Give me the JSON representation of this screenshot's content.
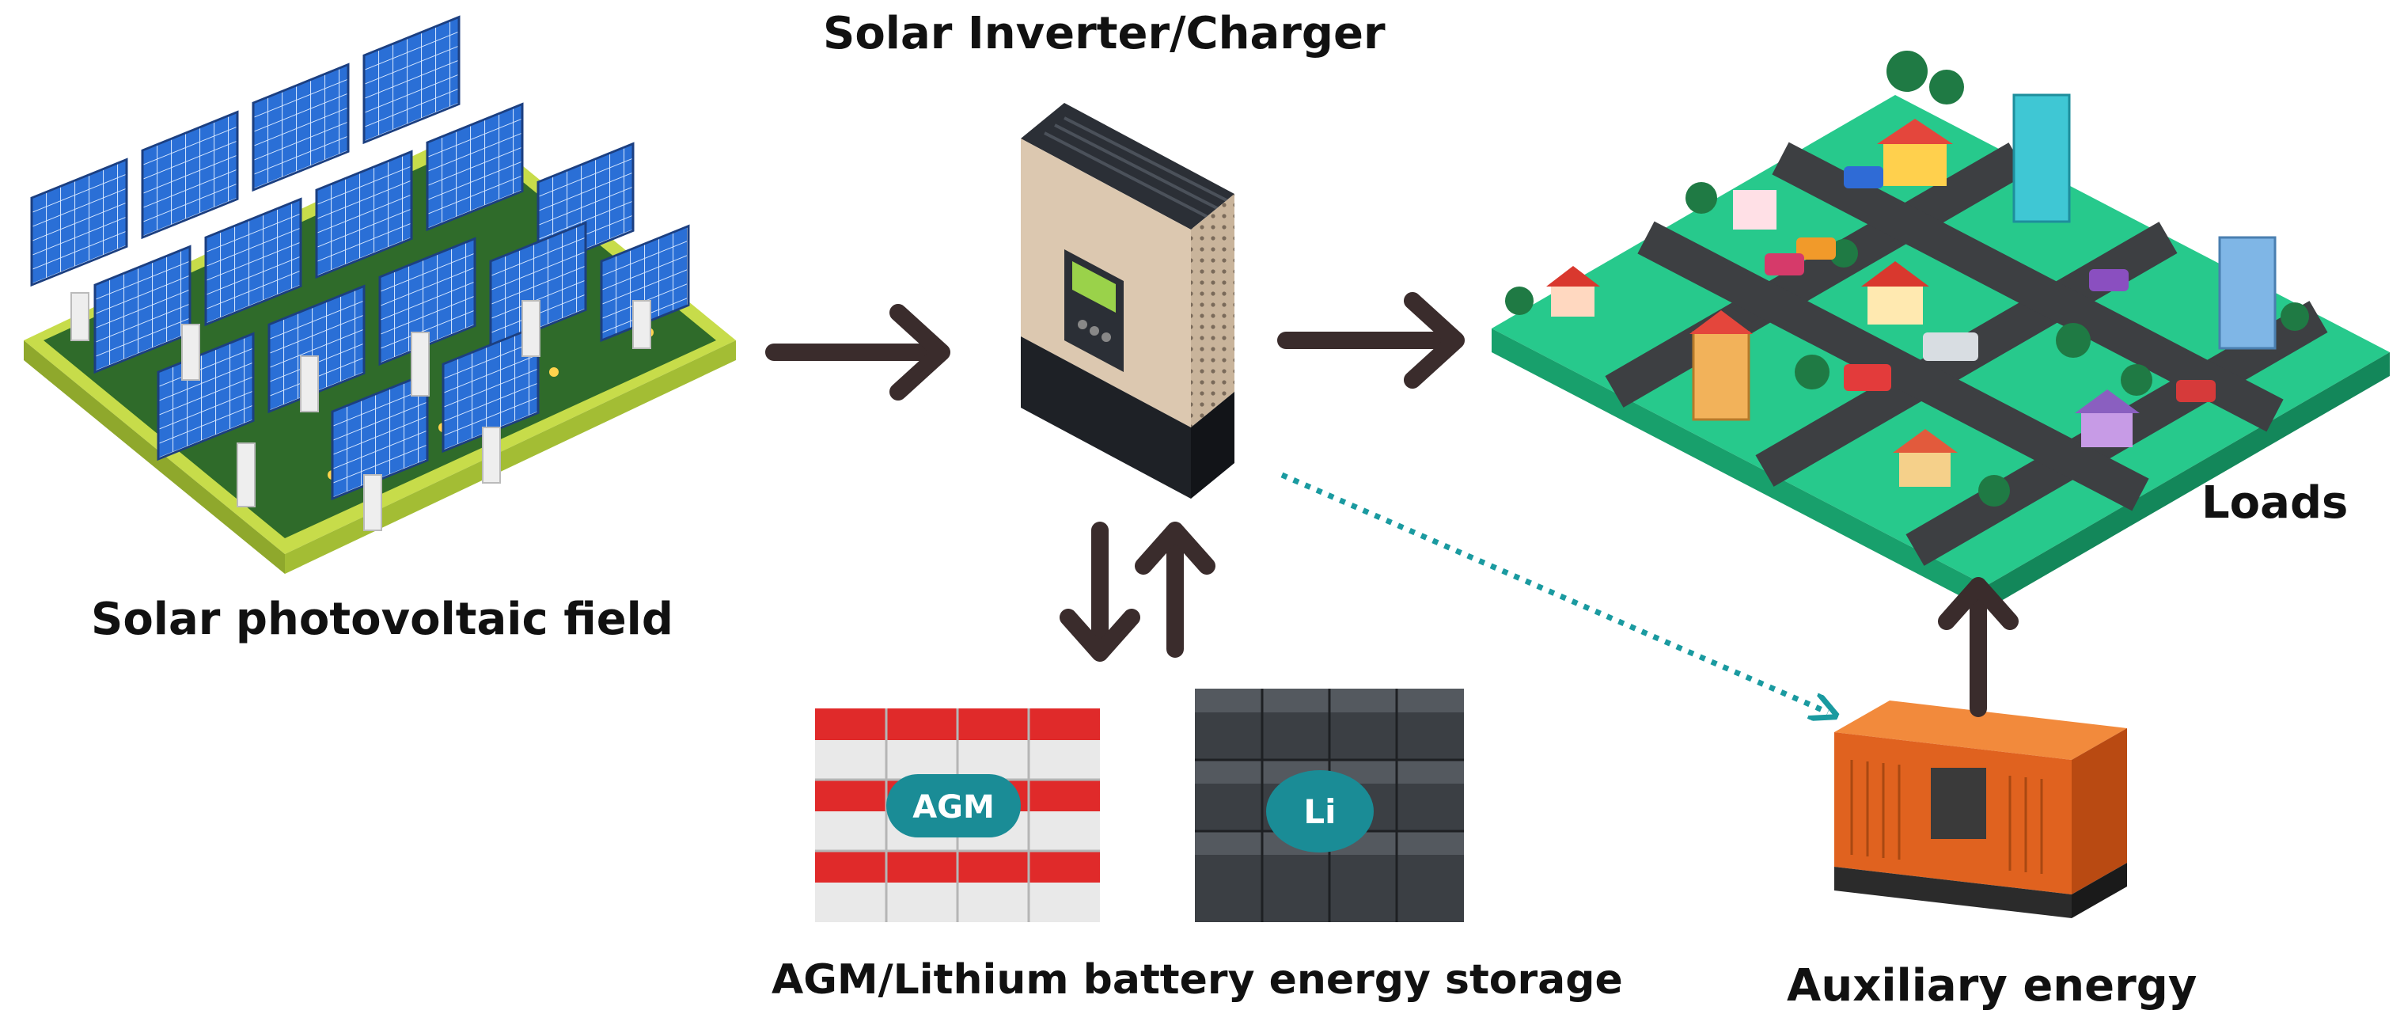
{
  "labels": {
    "inverter": "Solar Inverter/Charger",
    "pv_field": "Solar photovoltaic field",
    "loads": "Loads",
    "battery_storage": "AGM/Lithium battery energy storage",
    "auxiliary": "Auxiliary energy"
  },
  "battery_badges": {
    "agm": "AGM",
    "lithium": "Li"
  },
  "colors": {
    "arrow": "#3a2c2c",
    "dotted_arrow": "#1a9aa0",
    "badge": "#1a8c96",
    "ground": "#27c98c",
    "pv_panel": "#2a6fd6",
    "inverter_body": "#d9c5ad",
    "agm_battery": "#e02a2a",
    "li_battery": "#3b3f44",
    "generator": "#e0621f"
  }
}
